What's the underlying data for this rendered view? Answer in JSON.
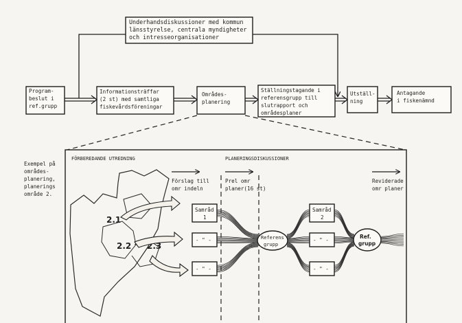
{
  "flow": {
    "top_box": [
      "Underhandsdiskussioner med kommun",
      "länsstyrelse, centrala myndigheter",
      "och intresseorganisationer"
    ],
    "boxes": [
      [
        "Program-",
        "beslut i",
        "ref.grupp"
      ],
      [
        "Informationsträffar",
        "(2 st) med samtliga",
        "fiskevårdsföreningar"
      ],
      [
        "Områdes-",
        "planering"
      ],
      [
        "Ställningstagande i",
        "referensgrupp till",
        "slutrapport och",
        "områdesplaner"
      ],
      [
        "Utställ-",
        "ning"
      ],
      [
        "Antagande",
        "i fiskenämnd"
      ]
    ]
  },
  "detail": {
    "example_note": [
      "Exempel på",
      "områdes-",
      "planering,",
      "planerings",
      "område 2."
    ],
    "phase_prep": "FÖRBEREDANDE UTREDNING",
    "phase_disc": "PLANERINGSDISKUSSIONER",
    "proposal": [
      "Förslag till",
      "omr indeln"
    ],
    "prel": [
      "Prel omr",
      "planer(16 st)"
    ],
    "revised": [
      "Reviderade",
      "omr planer"
    ],
    "areas": [
      "2.1",
      "2.2",
      "2.3"
    ],
    "samrad1": [
      "Samråd",
      "1"
    ],
    "samrad2": [
      "Samråd",
      "2"
    ],
    "ditto": "- \" -",
    "ref1": [
      "Referens",
      "grupp"
    ],
    "ref2": [
      "Ref.",
      "grupp"
    ]
  }
}
